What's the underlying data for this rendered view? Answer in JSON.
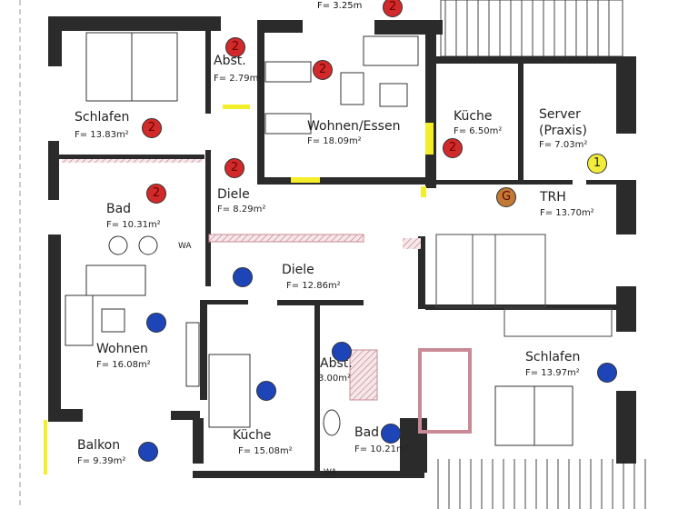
{
  "colors": {
    "wall": "#2b2b2b",
    "marker_red": "#d22a2a",
    "marker_blue": "#1d45b8",
    "marker_yellow": "#f2ec3a",
    "marker_orange": "#c07a36",
    "highlight": "#f4ee2a",
    "hatch": "#c98a96"
  },
  "top_cut_area": "F= 3.25m",
  "rooms": [
    {
      "name": "Abst.",
      "area": "F= 2.79m²"
    },
    {
      "name": "Schlafen",
      "area": "F= 13.83m²"
    },
    {
      "name": "Wohnen/Essen",
      "area": "F= 18.09m²"
    },
    {
      "name": "Küche",
      "area": "F= 6.50m²"
    },
    {
      "name": "Server",
      "name2": "(Praxis)",
      "area": "F= 7.03m²"
    },
    {
      "name": "TRH",
      "area": "F= 13.70m²"
    },
    {
      "name": "Diele",
      "area": "F= 8.29m²"
    },
    {
      "name": "Bad",
      "area": "F= 10.31m²"
    },
    {
      "name": "Diele",
      "area": "F= 12.86m²"
    },
    {
      "name": "Wohnen",
      "area": "F= 16.08m²"
    },
    {
      "name": "Schlafen",
      "area": "F= 13.97m²"
    },
    {
      "name": "Abst.",
      "area": "3.00m²"
    },
    {
      "name": "Küche",
      "area": "F= 15.08m²"
    },
    {
      "name": "Bad",
      "area": "F= 10.21m²"
    },
    {
      "name": "Balkon",
      "area": "F= 9.39m²"
    }
  ],
  "fixtures": {
    "wa1": "WA",
    "wa2": "WA"
  },
  "markers": {
    "unit2": "2",
    "unit1": "1",
    "shared": "G"
  }
}
